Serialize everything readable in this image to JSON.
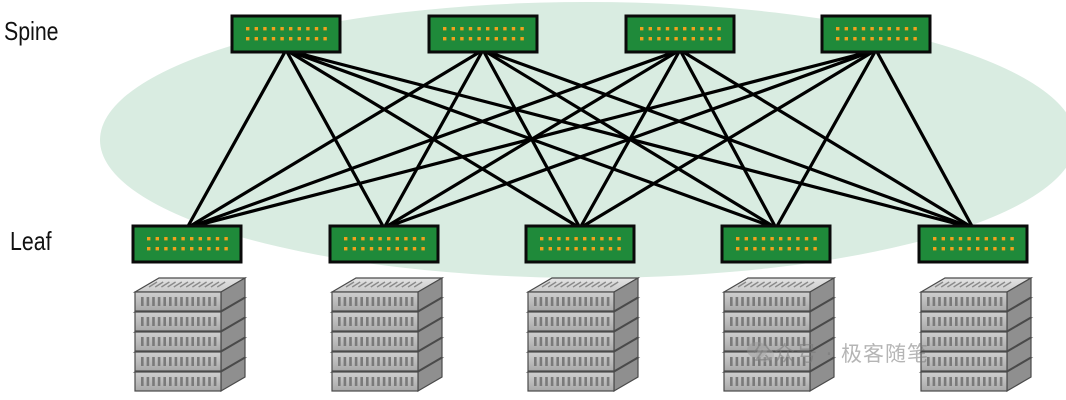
{
  "labels": {
    "spine": "Spine",
    "leaf": "Leaf"
  },
  "watermark": {
    "text": "公众号 · 极客随笔",
    "logo_icon": "wechat-icon"
  },
  "colors": {
    "cloud": "#d9ece1",
    "switch_body": "#1f8a3a",
    "switch_border": "#0a0a0a",
    "port": "#f0a21d",
    "link": "#000000",
    "server_top": "#d8d8d8",
    "server_front": "#bdbdbd",
    "server_side": "#8f8f8f"
  },
  "diagram": {
    "spines": [
      "spine-1",
      "spine-2",
      "spine-3",
      "spine-4"
    ],
    "leaves": [
      "leaf-1",
      "leaf-2",
      "leaf-3",
      "leaf-4",
      "leaf-5"
    ],
    "servers_per_rack": 5,
    "topology": "full-mesh"
  }
}
